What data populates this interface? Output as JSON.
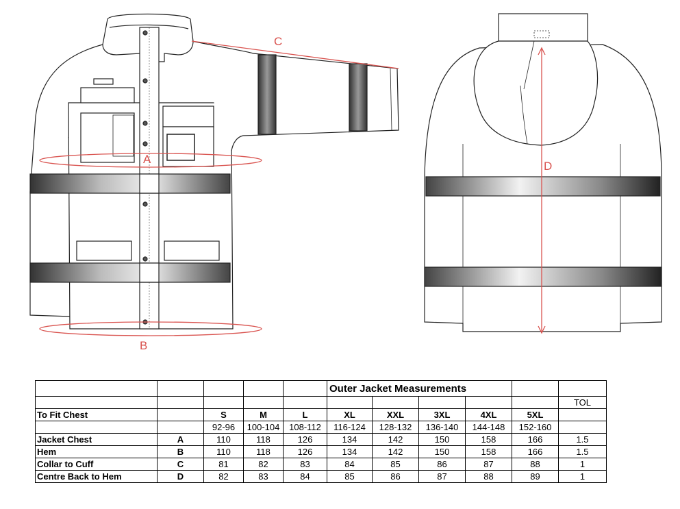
{
  "diagram": {
    "labels": {
      "a": "A",
      "b": "B",
      "c": "C",
      "d": "D"
    }
  },
  "table": {
    "title": "Outer Jacket Measurements",
    "tol_header": "TOL",
    "fit_chest_label": "To Fit Chest",
    "sizes": [
      "S",
      "M",
      "L",
      "XL",
      "XXL",
      "3XL",
      "4XL",
      "5XL"
    ],
    "chest_ranges": [
      "92-96",
      "100-104",
      "108-112",
      "116-124",
      "128-132",
      "136-140",
      "144-148",
      "152-160"
    ],
    "rows": [
      {
        "label": "Jacket Chest",
        "code": "A",
        "values": [
          "110",
          "118",
          "126",
          "134",
          "142",
          "150",
          "158",
          "166"
        ],
        "tol": "1.5"
      },
      {
        "label": "Hem",
        "code": "B",
        "values": [
          "110",
          "118",
          "126",
          "134",
          "142",
          "150",
          "158",
          "166"
        ],
        "tol": "1.5"
      },
      {
        "label": "Collar to Cuff",
        "code": "C",
        "values": [
          "81",
          "82",
          "83",
          "84",
          "85",
          "86",
          "87",
          "88"
        ],
        "tol": "1"
      },
      {
        "label": "Centre Back to Hem",
        "code": "D",
        "values": [
          "82",
          "83",
          "84",
          "85",
          "86",
          "87",
          "88",
          "89"
        ],
        "tol": "1"
      }
    ]
  }
}
